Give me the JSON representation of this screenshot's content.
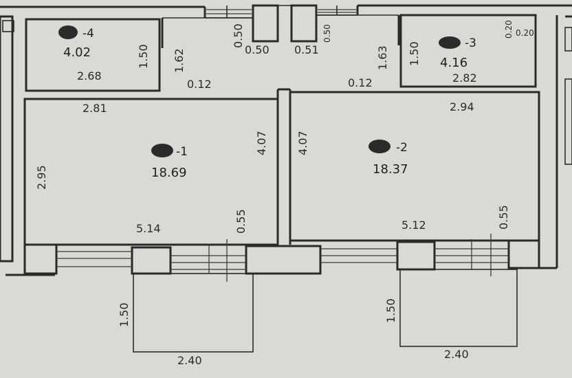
{
  "rooms": [
    {
      "id": "-1",
      "area": "18.69"
    },
    {
      "id": "-2",
      "area": "18.37"
    },
    {
      "id": "-3",
      "area": "4.16"
    },
    {
      "id": "-4",
      "area": "4.02"
    }
  ],
  "dimensions": {
    "r4_width": "2.68",
    "r4_height": "1.50",
    "corr_left_height": "1.62",
    "top_left_gap": "0.50",
    "top_left_width": "0.50",
    "top_right_width": "0.51",
    "top_right_gap": "0.50",
    "corr_right_height": "1.63",
    "r3_height": "1.50",
    "r3_top_a": "0.20",
    "r3_top_b": "0.20",
    "r3_width": "2.82",
    "left_step": "0.12",
    "right_step": "0.12",
    "r1_top_width": "2.81",
    "r1_left_height": "2.95",
    "r1_right_height": "4.07",
    "r2_left_height": "4.07",
    "r2_top_width": "2.94",
    "r1_bottom_width": "5.14",
    "r1_pier": "0.55",
    "r2_bottom_width": "5.12",
    "r2_pier": "0.55",
    "balcony_left_depth": "1.50",
    "balcony_left_width": "2.40",
    "balcony_right_depth": "1.50",
    "balcony_right_width": "2.40"
  }
}
